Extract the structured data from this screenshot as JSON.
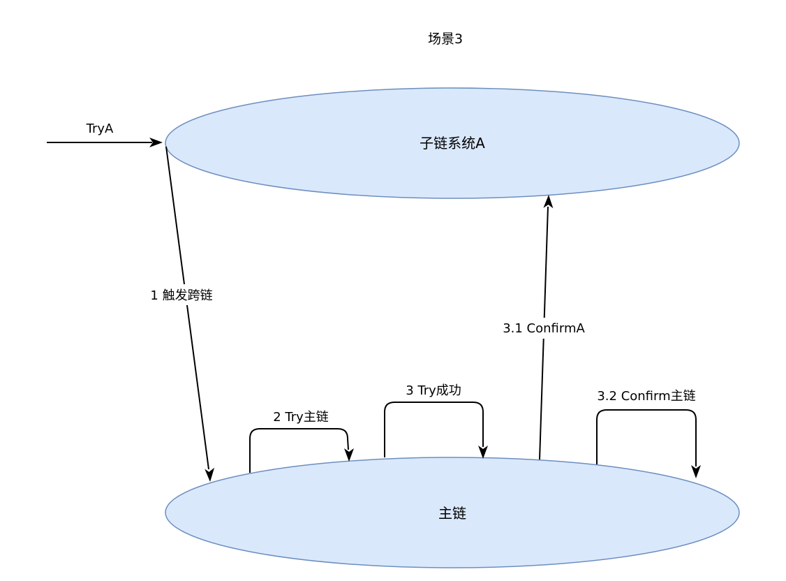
{
  "diagram": {
    "title": "场景3",
    "colors": {
      "node_fill": "#dae8fc",
      "node_stroke": "#6c8ebf",
      "edge": "#000000"
    },
    "nodes": {
      "subchain": {
        "label": "子链系统A"
      },
      "mainchain": {
        "label": "主链"
      }
    },
    "edges": {
      "try_a": {
        "label": "TryA"
      },
      "trigger": {
        "label": "1 触发跨链"
      },
      "try_main": {
        "label": "2 Try主链"
      },
      "try_success": {
        "label": "3 Try成功"
      },
      "confirm_a": {
        "label": "3.1 ConfirmA"
      },
      "confirm_main": {
        "label": "3.2 Confirm主链"
      }
    }
  }
}
